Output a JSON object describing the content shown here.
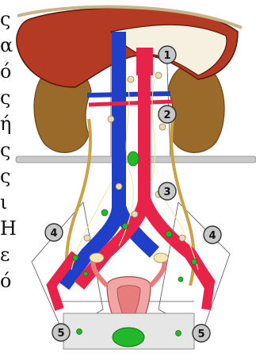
{
  "side_letters": [
    "ς",
    "α",
    "ό",
    "ς",
    "ή",
    "ς",
    "ς",
    "ι",
    "Η",
    "ε",
    "ό"
  ],
  "callouts": [
    {
      "id": "c1",
      "label": "1"
    },
    {
      "id": "c2",
      "label": "2"
    },
    {
      "id": "c3",
      "label": "3"
    },
    {
      "id": "c4l",
      "label": "4"
    },
    {
      "id": "c4r",
      "label": "4"
    },
    {
      "id": "c5l",
      "label": "5"
    },
    {
      "id": "c5r",
      "label": "5"
    }
  ],
  "colors": {
    "liver": "#b53a24",
    "liver_dark": "#7a1f12",
    "kidney": "#9a6a2a",
    "artery": "#e8234a",
    "vein": "#1f3fc8",
    "ureter": "#c9a24a",
    "node_green": "#22b829",
    "callout_fill": "#c8c8c8",
    "pelvis_pink": "#f2a5a5"
  }
}
